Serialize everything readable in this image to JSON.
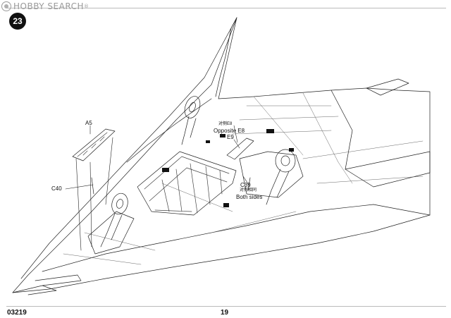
{
  "watermark": {
    "text": "HOBBY SEARCH",
    "tm": "®"
  },
  "step": {
    "number": "23"
  },
  "callouts": {
    "a5": "A5",
    "c40": "C40",
    "e8_cn": "对侧E8",
    "e8_en": "Opposite E8",
    "e9": "E9",
    "c39": "C39",
    "both_cn": "对侧相同",
    "both_en": "Both sides"
  },
  "footer": {
    "product_code": "03219",
    "page_number": "19"
  }
}
